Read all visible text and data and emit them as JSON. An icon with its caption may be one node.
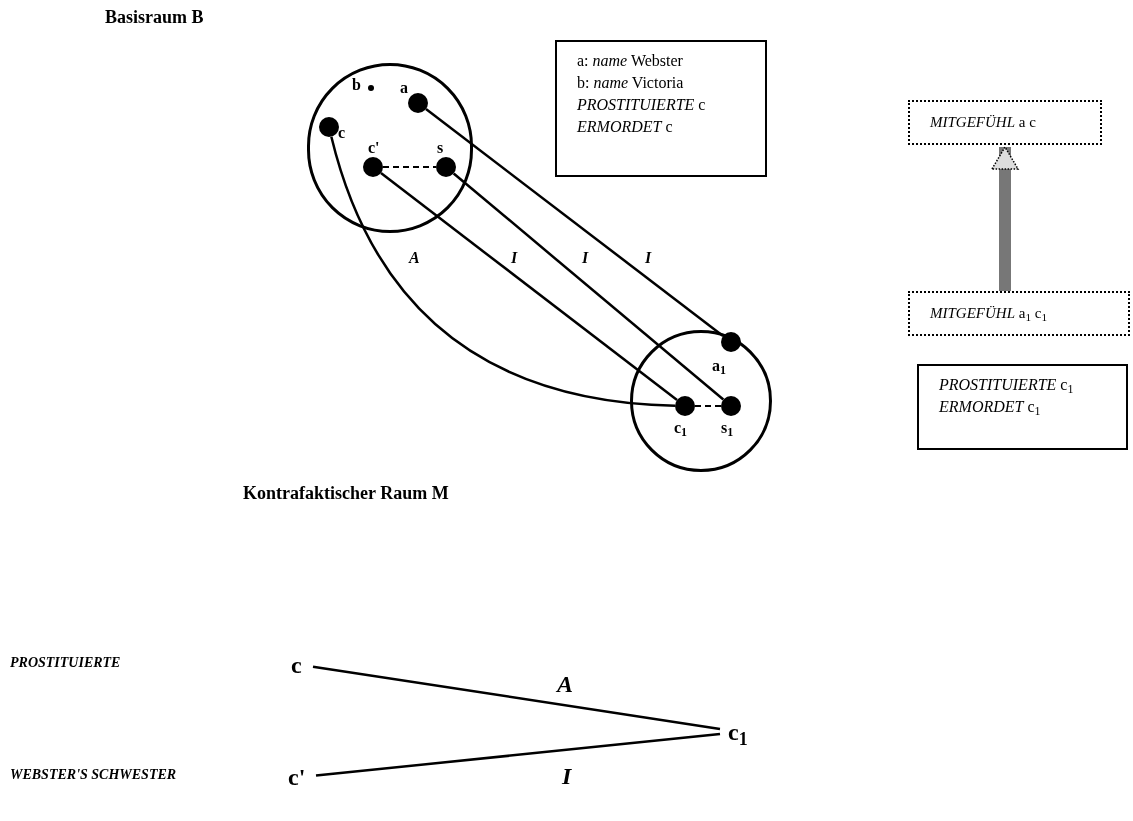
{
  "diagram": {
    "nodes": [
      {
        "text": [],
        "shape": "circle"
      },
      {
        "text": [],
        "shape": "circle",
        "in": 0,
        "beside": [
          "a"
        ]
      },
      {
        "text": [],
        "shape": "circle",
        "in": 0,
        "beside": [
          "b"
        ]
      },
      {
        "text": [],
        "shape": "circle",
        "in": 0,
        "beside": [
          "c"
        ]
      },
      {
        "text": [],
        "shape": "circle",
        "in": 0,
        "beside": [
          "c'"
        ]
      },
      {
        "text": [],
        "shape": "circle",
        "in": 0,
        "beside": [
          "s"
        ]
      },
      {
        "text": [],
        "shape": "circle"
      },
      {
        "text": [],
        "shape": "circle",
        "in": 6,
        "beside": [
          "a$_{1}$"
        ]
      },
      {
        "text": [],
        "shape": "circle",
        "in": 6,
        "beside": [
          "c$_{1}$"
        ]
      },
      {
        "text": [],
        "shape": "circle",
        "in": 6,
        "beside": [
          "s$_{1}$"
        ]
      },
      {
        "text": [
          "a: *name* Webster",
          "b: *name* Victoria",
          "*PROSTITUIERTE* c",
          "*ERMORDET* c"
        ]
      },
      {
        "text": [
          "*MITGEFÜHL* a c"
        ]
      },
      {
        "text": [
          "*MITGEFÜHL* a$_{1}$ c$_{1}$"
        ]
      },
      {
        "text": [
          "*PROSTITUIERTE* c$_{1}$",
          "*ERMORDET* c$_{1}$"
        ]
      },
      {
        "text": [
          "c"
        ]
      },
      {
        "text": [
          "c$_{1}$"
        ]
      },
      {
        "text": [
          "c'"
        ]
      }
    ],
    "edges": [
      {
        "from": 3,
        "to": 8,
        "arrow": "none",
        "label": "A"
      },
      {
        "from": 4,
        "to": 8,
        "arrow": "none",
        "label": "I"
      },
      {
        "from": 5,
        "to": 9,
        "arrow": "none",
        "label": "I"
      },
      {
        "from": 1,
        "to": 7,
        "arrow": "none",
        "label": "I"
      },
      {
        "from": 4,
        "to": 5,
        "arrow": "none",
        "style": "dashed"
      },
      {
        "from": 8,
        "to": 9,
        "arrow": "none",
        "style": "dashed"
      },
      {
        "from": 12,
        "to": 11,
        "arrow": "to",
        "style": "thick",
        "color": "#777777"
      },
      {
        "from": 14,
        "to": 15,
        "arrow": "none",
        "label": "A"
      },
      {
        "from": 16,
        "to": 15,
        "arrow": "none",
        "label": "I"
      }
    ],
    "labels": [
      "Basisraum B",
      "Kontrafaktischer Raum M",
      "PROSTITUIERTE",
      "WEBSTER'S SCHWESTER"
    ]
  }
}
